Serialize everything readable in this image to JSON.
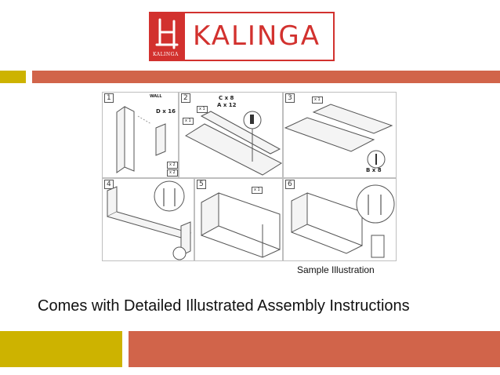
{
  "logo": {
    "wordmark": "KALINGA",
    "mark_caption": "KALINGA",
    "brand_color": "#d2312e"
  },
  "colors": {
    "accent_yellow": "#cdb300",
    "accent_orange": "#d1644a"
  },
  "illustration": {
    "panels": [
      {
        "number": "1",
        "labels": [
          "WALL",
          "D x 16"
        ],
        "quantities": [
          "x 2",
          "x 2"
        ]
      },
      {
        "number": "2",
        "labels": [
          "C x 8",
          "A x 12"
        ],
        "quantities": [
          "x 1",
          "x 1"
        ]
      },
      {
        "number": "3",
        "labels": [
          "B x 8"
        ],
        "quantities": [
          "x 1"
        ]
      },
      {
        "number": "4",
        "labels": [],
        "quantities": []
      },
      {
        "number": "5",
        "labels": [],
        "quantities": [
          "x 1"
        ]
      },
      {
        "number": "6",
        "labels": [],
        "quantities": []
      }
    ]
  },
  "caption": "Sample Illustration",
  "headline": "Comes with Detailed Illustrated Assembly Instructions"
}
